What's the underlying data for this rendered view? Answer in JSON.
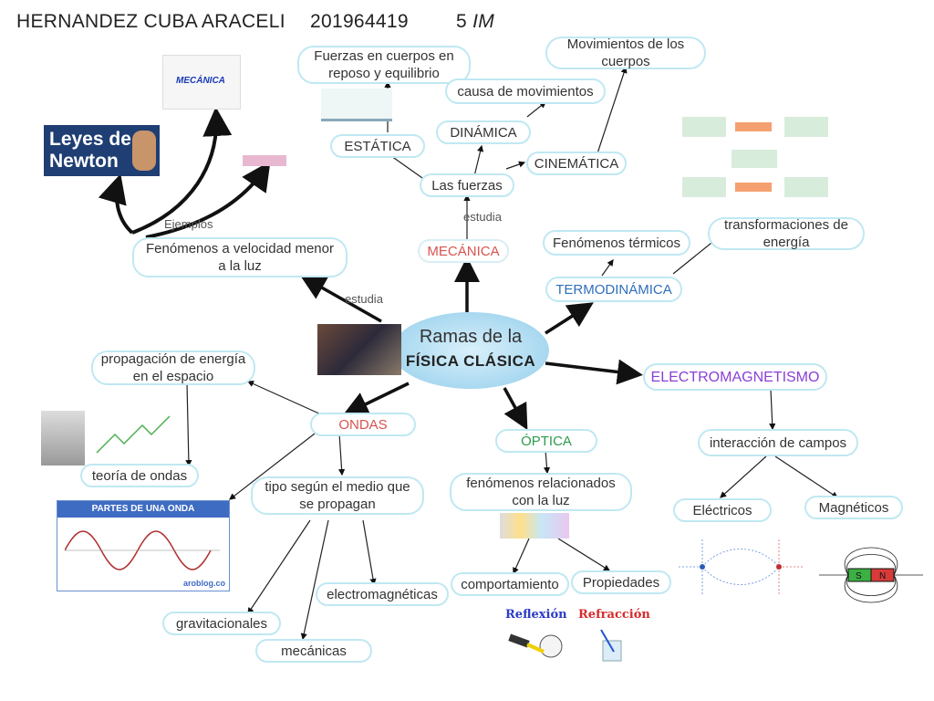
{
  "header": {
    "name": "HERNANDEZ CUBA ARACELI",
    "id": "201964419",
    "group_num": "5",
    "group_suffix": "IM"
  },
  "center": {
    "line1": "Ramas de la",
    "line2": "FÍSICA CLÁSICA"
  },
  "nodes": {
    "mecanica": "MECÁNICA",
    "las_fuerzas": "Las fuerzas",
    "estatica": "ESTÁTICA",
    "dinamica": "DINÁMICA",
    "cinematica": "CINEMÁTICA",
    "fuerzas_reposo": "Fuerzas en cuerpos en reposo y equilibrio",
    "causa_movimientos": "causa de movimientos",
    "movimientos_cuerpos": "Movimientos de los cuerpos",
    "fenomenos_velocidad": "Fenómenos a velocidad menor a la luz",
    "termodinamica": "TERMODINÁMICA",
    "fenomenos_termicos": "Fenómenos térmicos",
    "transformaciones": "transformaciones de energía",
    "electromagnetismo": "ELECTROMAGNETISMO",
    "interaccion_campos": "interacción de campos",
    "electricos": "Eléctricos",
    "magneticos": "Magnéticos",
    "optica": "ÓPTICA",
    "fenomenos_luz": "fenómenos relacionados con la luz",
    "comportamiento": "comportamiento",
    "propiedades": "Propiedades",
    "ondas": "ONDAS",
    "propagacion": "propagación de energía en el espacio",
    "teoria_ondas": "teoría de ondas",
    "tipo_medio": "tipo según el medio que se propagan",
    "electromagneticas": "electromagnéticas",
    "gravitacionales": "gravitacionales",
    "mecanicas": "mecánicas"
  },
  "labels": {
    "estudia_top": "estudia",
    "estudia_left": "estudia",
    "ejemplos": "Ejemplos"
  },
  "images": {
    "leyes_newton_line1": "Leyes de",
    "leyes_newton_line2": "Newton",
    "mecanica_img": "MECÁNICA",
    "partes_onda_title": "PARTES DE UNA ONDA",
    "partes_onda_brand": "aroblog.co",
    "reflexion": "Reflexión",
    "refraccion": "Refracción",
    "magnet_s": "S",
    "magnet_n": "N"
  },
  "colors": {
    "bubble_border": "#bfe8f2",
    "mecanica": "#d9534f",
    "termodinamica": "#2e6fb8",
    "optica": "#2e9a4f",
    "electromagnetismo": "#8a3fd6",
    "ondas": "#d9534f"
  }
}
